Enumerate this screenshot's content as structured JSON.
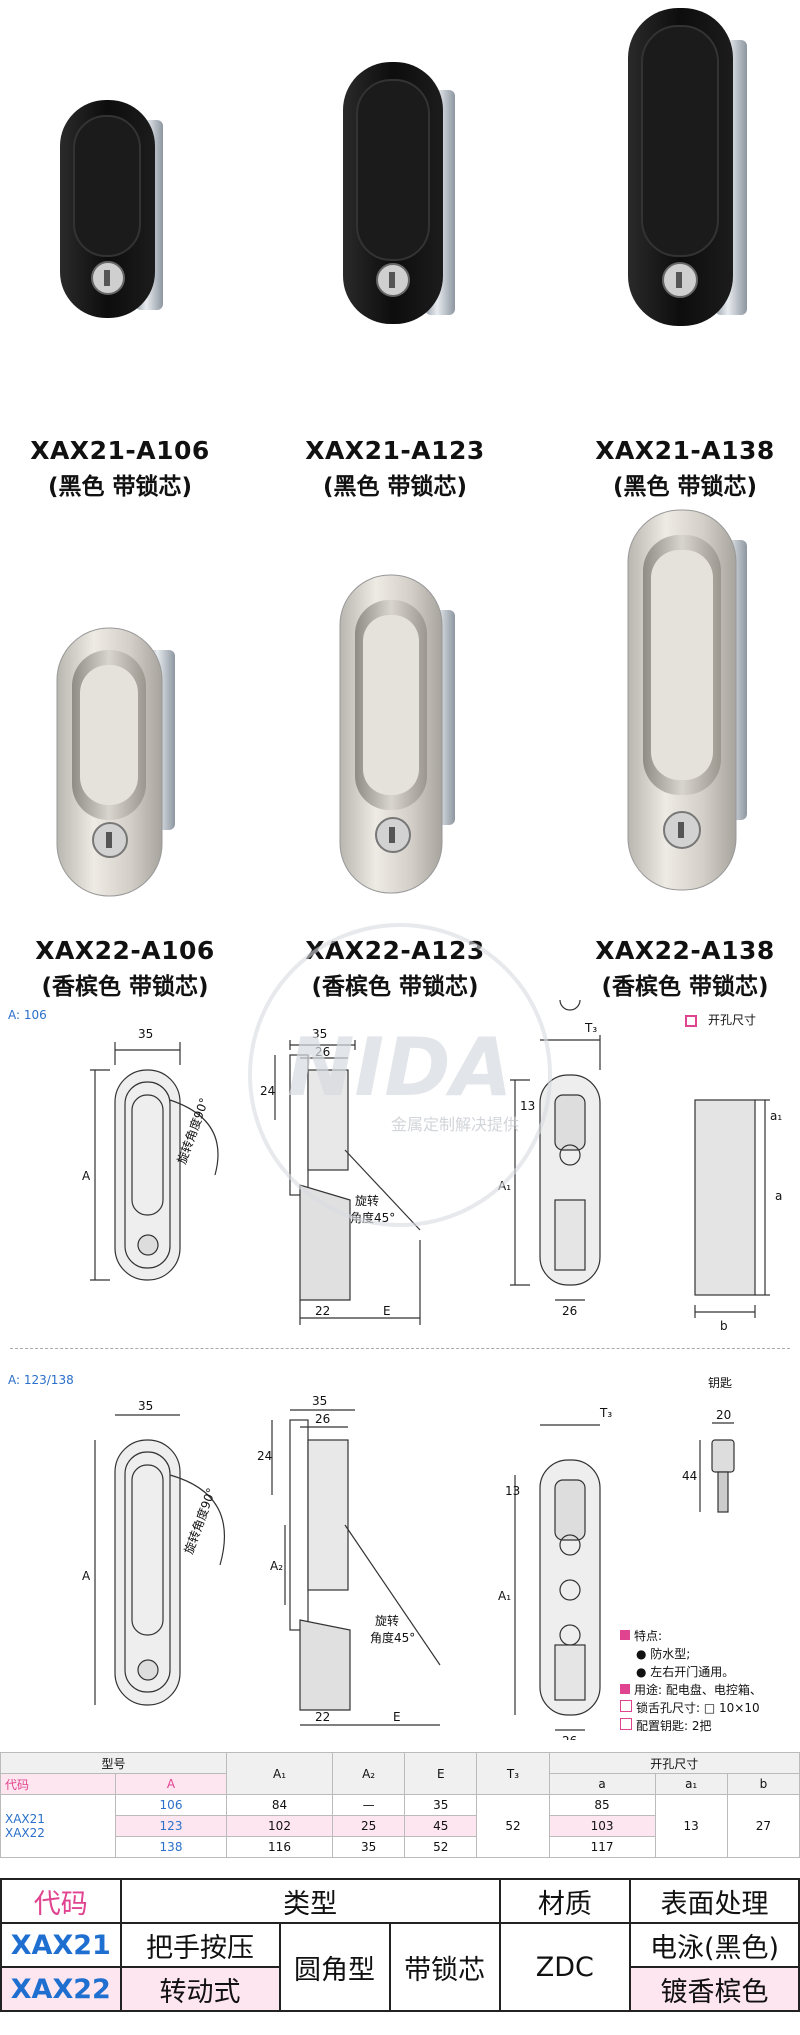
{
  "products": [
    {
      "model": "XAX21-A106",
      "note": "(黑色 带锁芯)"
    },
    {
      "model": "XAX21-A123",
      "note": "(黑色 带锁芯)"
    },
    {
      "model": "XAX21-A138",
      "note": "(黑色 带锁芯)"
    },
    {
      "model": "XAX22-A106",
      "note": "(香槟色 带锁芯)"
    },
    {
      "model": "XAX22-A123",
      "note": "(香槟色 带锁芯)"
    },
    {
      "model": "XAX22-A138",
      "note": "(香槟色 带锁芯)"
    }
  ],
  "diagram1": {
    "label": "A: 106",
    "dims": {
      "d35a": "35",
      "d35b": "35",
      "d26": "26",
      "d24": "24",
      "d22": "22",
      "E": "E",
      "A": "A",
      "T3": "T₃",
      "d13": "13",
      "A1": "A₁",
      "d26b": "26",
      "a1": "a₁",
      "a": "a",
      "b": "b"
    },
    "rot90": "旋转角度90°",
    "rot45a": "旋转",
    "rot45b": "角度45°",
    "cutout_label": "开孔尺寸"
  },
  "diagram2": {
    "label": "A: 123/138",
    "dims": {
      "d35a": "35",
      "d35b": "35",
      "d26": "26",
      "d24": "24",
      "A2": "A₂",
      "d22": "22",
      "E": "E",
      "A": "A",
      "T3": "T₃",
      "d13": "13",
      "A1": "A₁",
      "d26b": "26",
      "d20": "20",
      "d44": "44"
    },
    "rot90": "旋转角度90°",
    "rot45a": "旋转",
    "rot45b": "角度45°",
    "key_label": "钥匙"
  },
  "features": {
    "title": "特点:",
    "items": [
      "● 防水型;",
      "● 左右开门通用。"
    ],
    "usage": "用途: 配电盘、电控箱、",
    "tongue": "锁舌孔尺寸: □ 10×10",
    "keys": "配置钥匙: 2把"
  },
  "spec_table": {
    "h_model": "型号",
    "h_code": "代码",
    "h_A": "A",
    "h_A1": "A₁",
    "h_A2": "A₂",
    "h_E": "E",
    "h_T3": "T₃",
    "h_cut": "开孔尺寸",
    "h_a": "a",
    "h_a1": "a₁",
    "h_b": "b",
    "codes": [
      "XAX21",
      "XAX22"
    ],
    "rows": [
      {
        "A": "106",
        "A1": "84",
        "A2": "—",
        "E": "35",
        "a": "85"
      },
      {
        "A": "123",
        "A1": "102",
        "A2": "25",
        "E": "45",
        "a": "103"
      },
      {
        "A": "138",
        "A1": "116",
        "A2": "35",
        "E": "52",
        "a": "117"
      }
    ],
    "T3": "52",
    "a1": "13",
    "b": "27"
  },
  "summary": {
    "h_code": "代码",
    "h_type": "类型",
    "h_material": "材质",
    "h_surface": "表面处理",
    "r1_code": "XAX21",
    "r1_type": "把手按压",
    "r2_code": "XAX22",
    "r2_type": "转动式",
    "shape": "圆角型",
    "lock": "带锁芯",
    "material": "ZDC",
    "r1_surface": "电泳(黑色)",
    "r2_surface": "镀香槟色"
  },
  "watermark": "NIDA",
  "watermark_sub": "金属定制解决提供"
}
